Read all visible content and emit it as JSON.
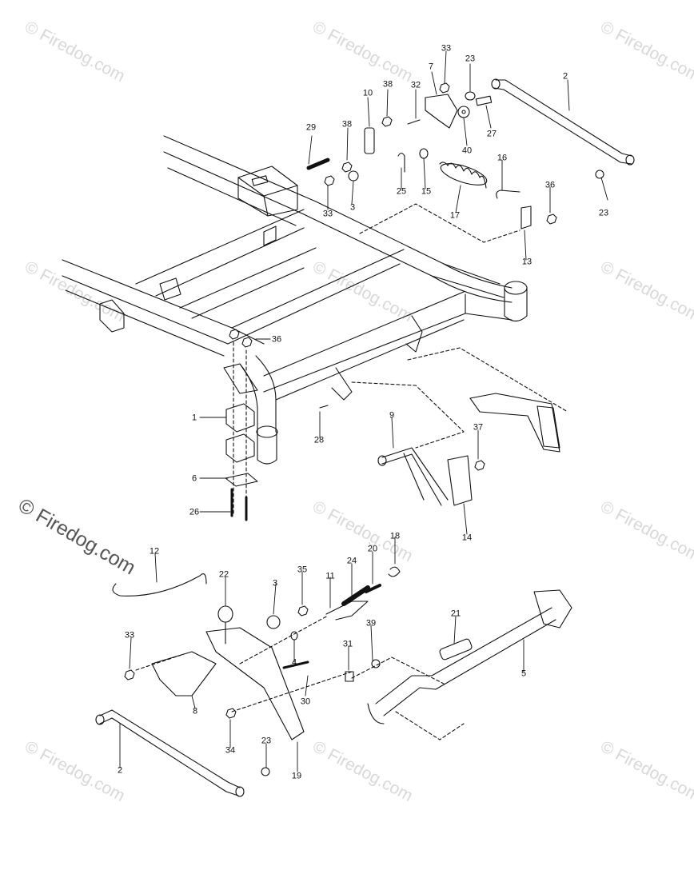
{
  "watermark": {
    "text": "© Firedog.com",
    "color": "#d8d8d8",
    "main_color": "#555555"
  },
  "diagram": {
    "line_color": "#111111",
    "background": "#ffffff",
    "callouts": {
      "c1": "1",
      "c2a": "2",
      "c2b": "2",
      "c3a": "3",
      "c3b": "3",
      "c4": "4",
      "c5": "5",
      "c6": "6",
      "c7": "7",
      "c8": "8",
      "c9": "9",
      "c10": "10",
      "c11": "11",
      "c12": "12",
      "c13": "13",
      "c14": "14",
      "c15": "15",
      "c16": "16",
      "c17": "17",
      "c18": "18",
      "c19": "19",
      "c20": "20",
      "c21": "21",
      "c22": "22",
      "c23a": "23",
      "c23b": "23",
      "c23c": "23",
      "c24": "24",
      "c25": "25",
      "c26": "26",
      "c27": "27",
      "c28": "28",
      "c29": "29",
      "c30": "30",
      "c31": "31",
      "c32": "32",
      "c33a": "33",
      "c33b": "33",
      "c33c": "33",
      "c34": "34",
      "c35": "35",
      "c36a": "36",
      "c36b": "36",
      "c37": "37",
      "c38a": "38",
      "c38b": "38",
      "c39": "39",
      "c40": "40"
    }
  }
}
